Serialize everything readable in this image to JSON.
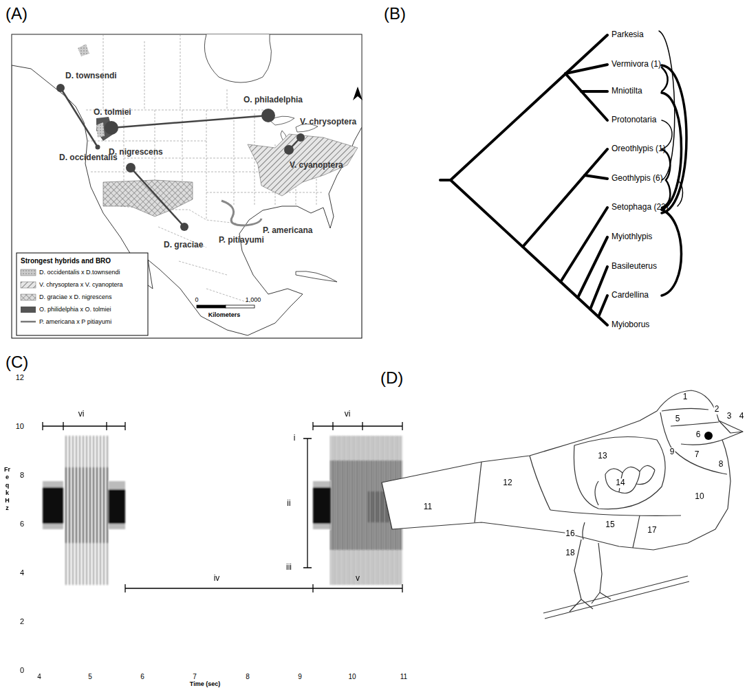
{
  "diagram": {
    "labels": [
      "(A)",
      "(B)",
      "(C)",
      "(D)",
      "D. townsendi",
      "O. tolmiei",
      "O. philadelphia",
      "V. chrysoptera",
      "D. occidentalis",
      "D. nigrescens",
      "V. cyanoptera",
      "D. graciae",
      "P. americana",
      "P. pitiayumi",
      "Strongest hybrids and BRO",
      "0",
      "1,000",
      "Kilometers",
      "Parkesia",
      "Vermivora (1)",
      "Mniotilta",
      "Protonotaria",
      "Oreothlypis (1)",
      "Geothlypis (6)",
      "Setophaga (22)",
      "Myiothlypis",
      "Basileuterus",
      "Cardellina",
      "Myioborus",
      "12",
      "10",
      "8",
      "6",
      "4",
      "2",
      "0",
      "Freq kHz",
      "4",
      "5",
      "6",
      "7",
      "8",
      "9",
      "10",
      "11",
      "Time (sec)",
      "vi",
      "vi",
      "i",
      "ii",
      "iii",
      "iv",
      "v",
      "1",
      "2",
      "3",
      "4",
      "5",
      "6",
      "7",
      "8",
      "9",
      "10",
      "11",
      "12",
      "13",
      "14",
      "15",
      "16",
      "17",
      "18"
    ],
    "legend": [
      {
        "text": "D. occidentalis x D.townsendi"
      },
      {
        "text": "V. chrysoptera x V. cyanoptera"
      },
      {
        "text": "D. graciae x D. nigrescens"
      },
      {
        "text": "O. philidelphia x O. tolmiei"
      },
      {
        "text": "P. americana x P pitiayumi"
      }
    ]
  }
}
